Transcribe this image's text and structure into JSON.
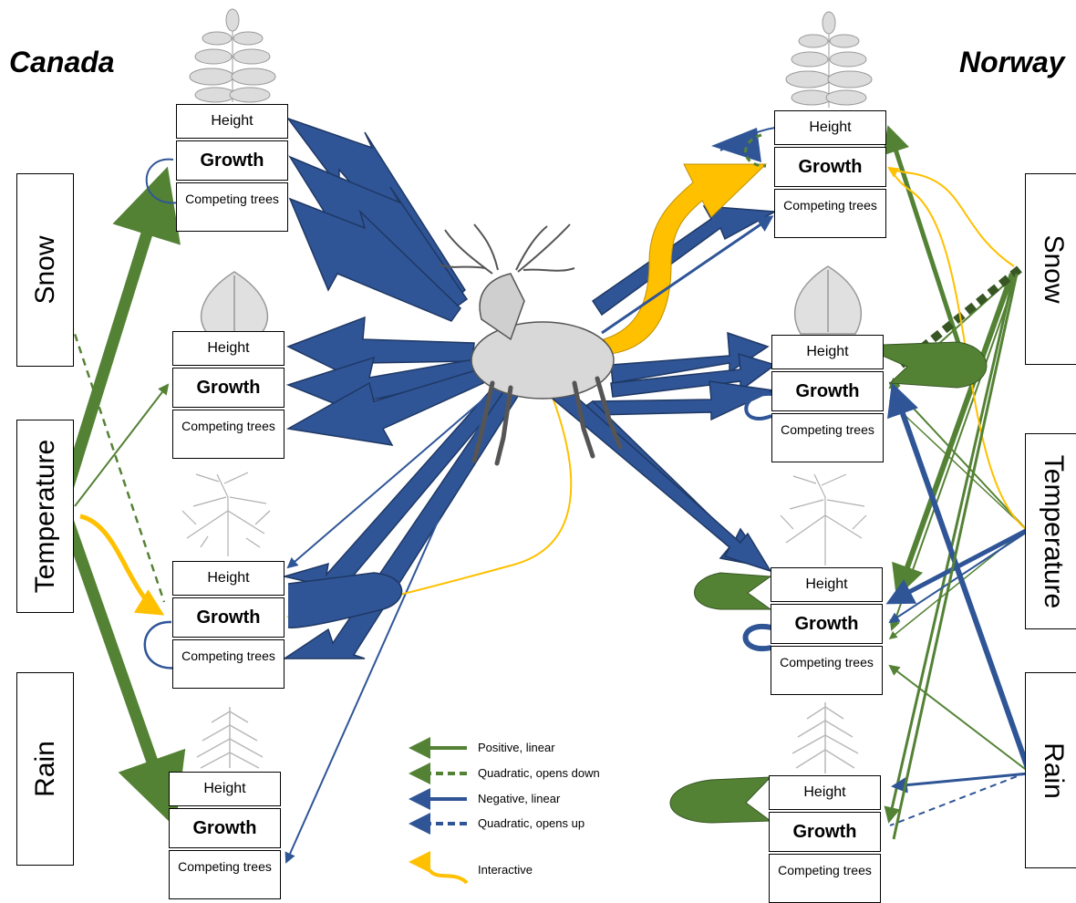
{
  "countries": {
    "left": "Canada",
    "right": "Norway"
  },
  "climate": {
    "left": [
      "Snow",
      "Temperature",
      "Rain"
    ],
    "right": [
      "Snow",
      "Temperature",
      "Rain"
    ]
  },
  "tree_box": {
    "height": "Height",
    "growth": "Growth",
    "competing": "Competing trees"
  },
  "legend": [
    {
      "label": "Positive, linear",
      "color": "#548235",
      "style": "solid"
    },
    {
      "label": "Quadratic, opens down",
      "color": "#548235",
      "style": "dashed"
    },
    {
      "label": "Negative, linear",
      "color": "#2f5597",
      "style": "solid"
    },
    {
      "label": "Quadratic, opens up",
      "color": "#2f5597",
      "style": "dashed"
    },
    {
      "label": "Interactive",
      "color": "#ffc000",
      "style": "curved"
    }
  ],
  "icons": [
    "rowan-leaf-icon",
    "birch-leaf-icon",
    "pine-branch-icon",
    "spruce-branch-icon",
    "moose-icon"
  ],
  "colors": {
    "positive": "#548235",
    "negative": "#2f5597",
    "interactive": "#ffc000"
  }
}
